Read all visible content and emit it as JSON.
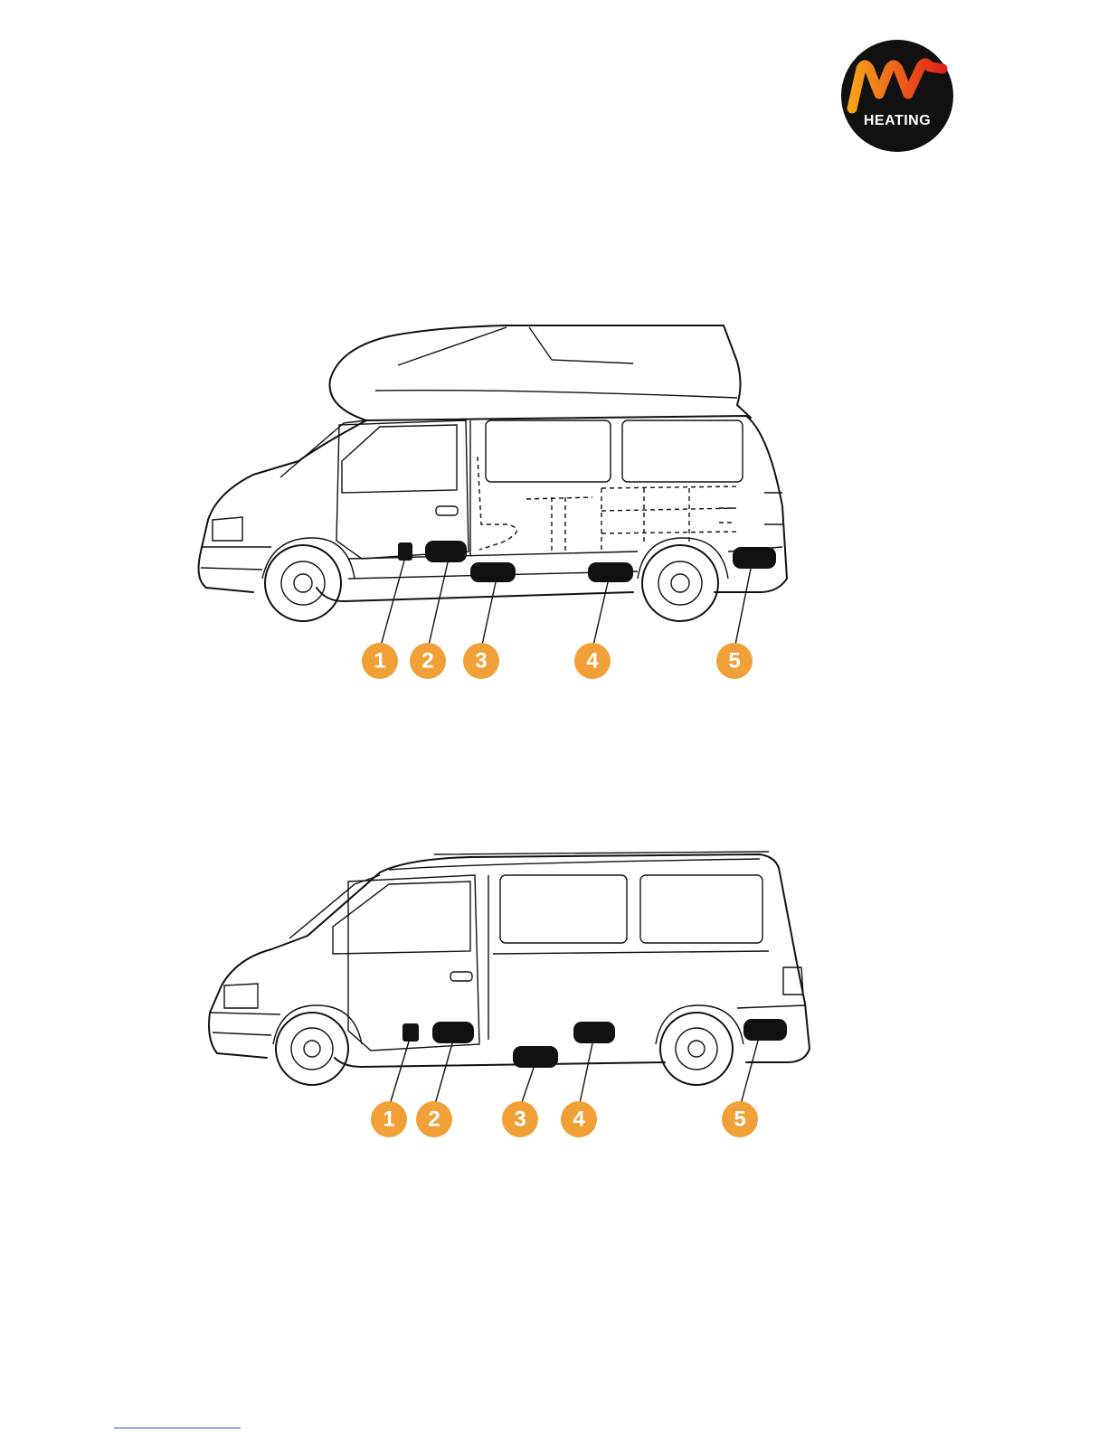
{
  "logo": {
    "letters": "MV",
    "text": "HEATING",
    "colors": {
      "circle": "#111111",
      "gradient_start": "#f6a21a",
      "gradient_end": "#e2231a",
      "text": "#ffffff"
    }
  },
  "callout_color": "#f0a037",
  "diagrams": [
    {
      "id": "high-top-camper-van",
      "callouts": [
        "1",
        "2",
        "3",
        "4",
        "5"
      ]
    },
    {
      "id": "standard-van",
      "callouts": [
        "1",
        "2",
        "3",
        "4",
        "5"
      ]
    }
  ]
}
